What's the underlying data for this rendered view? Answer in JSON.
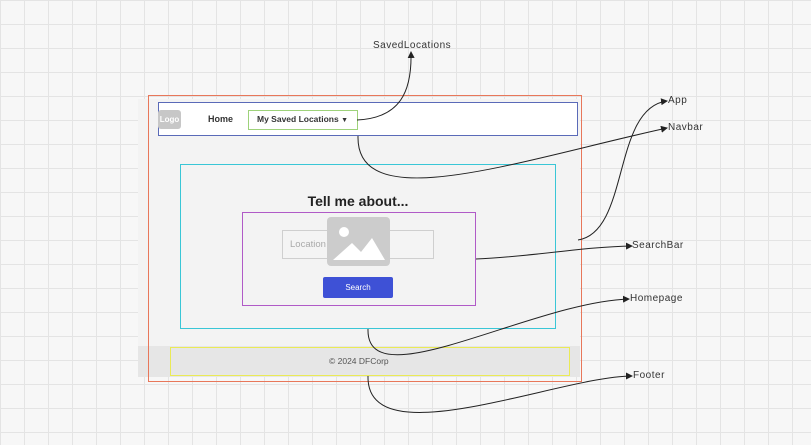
{
  "annotations": {
    "saved_locations": "SavedLocations",
    "app": "App",
    "navbar": "Navbar",
    "searchbar": "SearchBar",
    "homepage": "Homepage",
    "footer": "Footer"
  },
  "navbar": {
    "logo": "Logo",
    "home": "Home",
    "saved_locations": "My Saved Locations",
    "dropdown_icon": "caret-down-icon"
  },
  "main": {
    "heading": "Tell me about...",
    "input_placeholder": "Location name",
    "image_icon": "image-placeholder-icon",
    "search_button": "Search"
  },
  "footer": {
    "copyright": "© 2024 DFCorp"
  },
  "colors": {
    "app_border": "#e8775a",
    "navbar_border": "#5a6ab8",
    "saved_locations_border": "#9ed27a",
    "homepage_border": "#39c6d6",
    "searchbar_border": "#b05ac7",
    "footer_border": "#eaea55",
    "search_button": "#3e51d6"
  }
}
